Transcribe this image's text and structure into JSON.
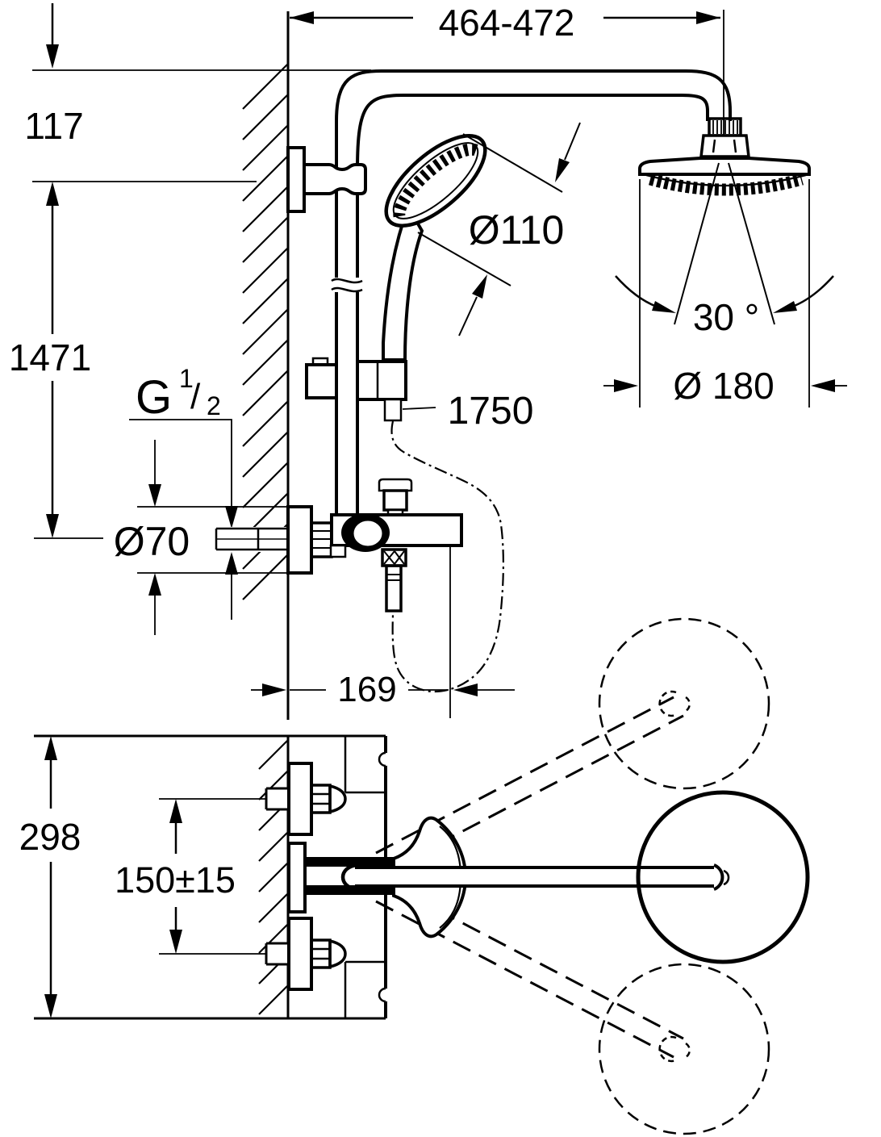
{
  "drawing": {
    "kind": "technical-dimension-diagram",
    "ink": "#000000",
    "background": "#ffffff"
  },
  "labels": {
    "top_width": "464-472",
    "top_offset": "117",
    "rail_height": "1471",
    "thread": {
      "prefix": "G",
      "numerator": "1",
      "slash": "/",
      "denominator": "2",
      "full": "G 1/2"
    },
    "escutcheon_diameter": "Ø70",
    "hand_shower_diameter": "Ø110",
    "hose_length": "1750",
    "head_swivel_angle": "30 °",
    "head_diameter": "Ø 180",
    "spout_depth": "169",
    "plan_depth": "298",
    "inlet_spacing": "150±15"
  }
}
